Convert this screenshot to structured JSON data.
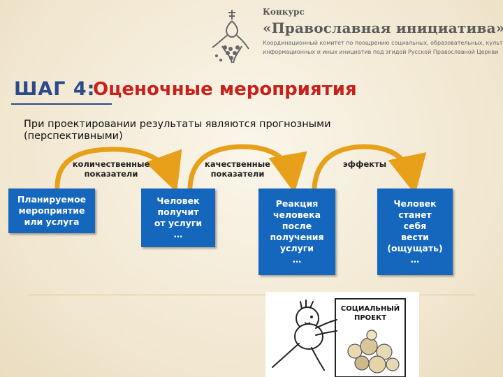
{
  "header": {
    "line1": "Конкурс",
    "line2": "«Православная инициатива»",
    "line3": "Координационный комитет по поощрению социальных, образовательных, культурных,",
    "line4": "информационных и иных инициатив под эгидой Русской Православной Церкви"
  },
  "step": {
    "label": "ШАГ 4:",
    "title": "Оценочные мероприятия"
  },
  "note": "При проектировании результаты являются прогнозными (перспективными)",
  "labels": {
    "quantitative": "количественные\nпоказатели",
    "qualitative": "качественные\nпоказатели",
    "effects": "эффекты"
  },
  "boxes": [
    "Планируемое\nмероприятие\nили услуга",
    "Человек\nполучит\nот услуги\n…",
    "Реакция\nчеловека\nпосле\nполучения\nуслуги\n…",
    "Человек\nстанет\nсебя\nвести\n(ощущать)\n…"
  ],
  "picture": {
    "sign_line1": "СОЦИАЛЬНЫЙ",
    "sign_line2": "ПРОЕКТ"
  },
  "colors": {
    "accent_blue": "#1467bd",
    "title_red": "#c8211c",
    "step_blue": "#2a4a8a"
  }
}
